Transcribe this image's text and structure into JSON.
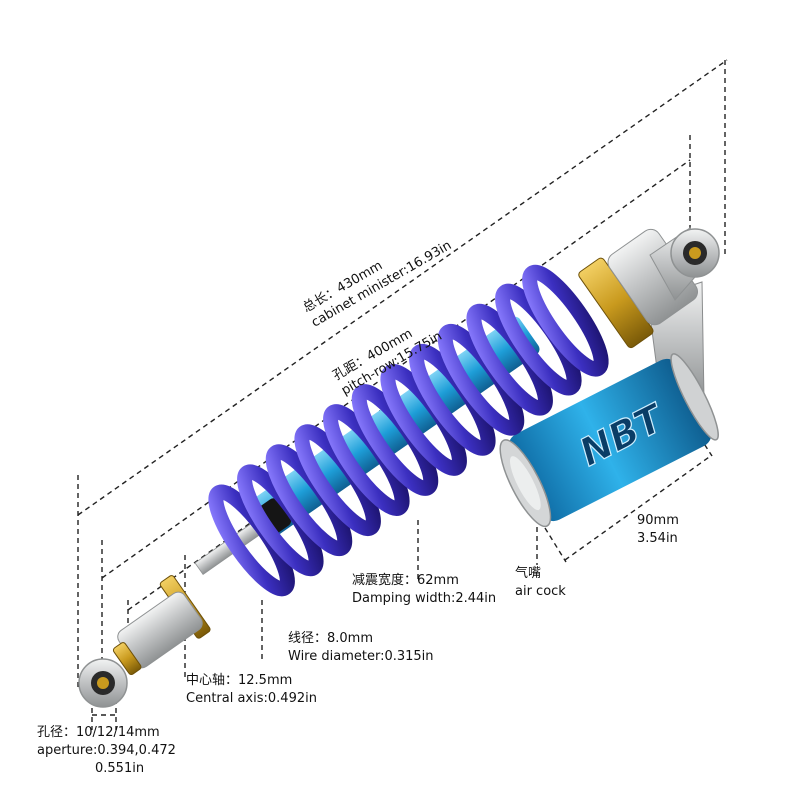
{
  "total_length": {
    "zh": "总长：430mm",
    "en": "cabinet minister:16.93in"
  },
  "pitch_row": {
    "zh": "孔距：400mm",
    "en": "pitch-row:15.75in"
  },
  "damping_width": {
    "zh": "减震宽度：62mm",
    "en": "Damping width:2.44in"
  },
  "wire_diameter": {
    "zh": "线径：8.0mm",
    "en": "Wire diameter:0.315in"
  },
  "central_axis": {
    "zh": "中心轴：12.5mm",
    "en": "Central axis:0.492in"
  },
  "aperture": {
    "zh": "孔径：10/12/14mm",
    "en": "aperture:0.394,0.472",
    "en2": "0.551in"
  },
  "reservoir_diameter": {
    "mm": "90mm",
    "in": "3.54in"
  },
  "air_cock": {
    "zh": "气嘴",
    "en": "air cock"
  },
  "brand_text": "NBT",
  "colors": {
    "spring": "#3b2fc0",
    "body": "#2aa6dc",
    "silver": "#c9cbcc",
    "gold": "#c99a1e",
    "dashline": "#222222"
  }
}
